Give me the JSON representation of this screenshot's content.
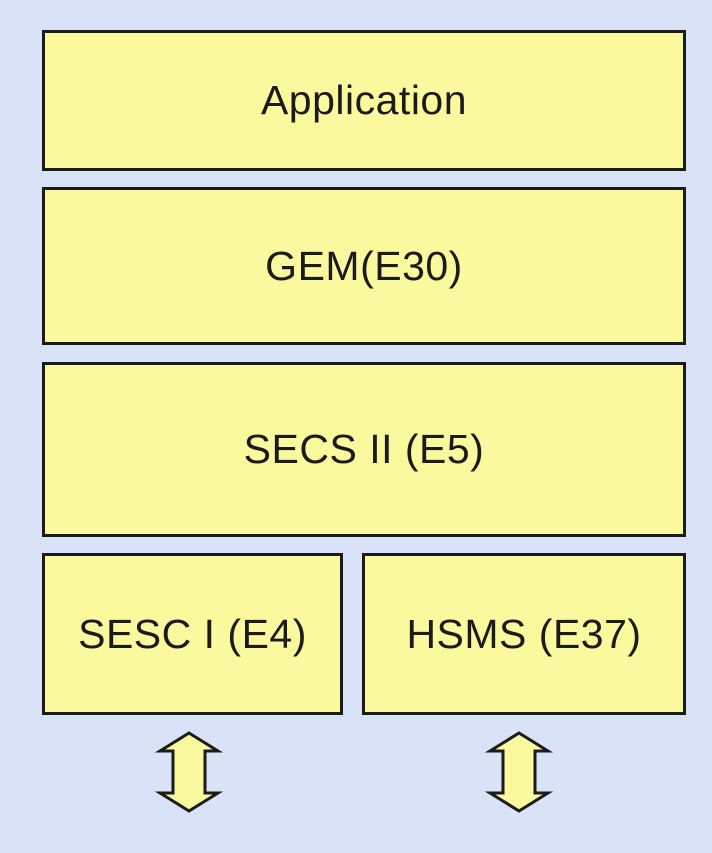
{
  "diagram": {
    "boxes": [
      {
        "label": "Application"
      },
      {
        "label": "GEM(E30)"
      },
      {
        "label": "SECS II (E5)"
      },
      {
        "label": "SESC I (E4)"
      },
      {
        "label": "HSMS (E37)"
      }
    ],
    "icons": [
      {
        "name": "double-vertical-arrow-icon"
      },
      {
        "name": "double-vertical-arrow-icon"
      }
    ],
    "colors": {
      "background": "#d9e2f6",
      "box_fill": "#fbf99e",
      "box_border": "#1b1b1b",
      "text": "#1b1b1b"
    }
  }
}
